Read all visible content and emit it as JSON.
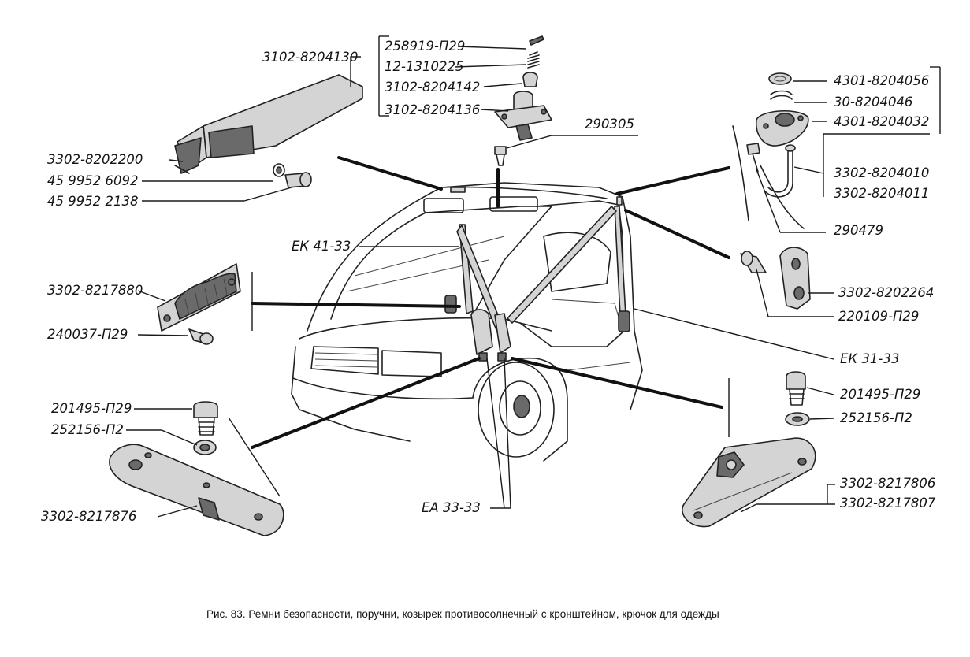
{
  "labels": [
    {
      "id": "l1",
      "text": "3102-8204130"
    },
    {
      "id": "l2",
      "text": "258919-П29"
    },
    {
      "id": "l3",
      "text": "12-1310225"
    },
    {
      "id": "l4",
      "text": "3102-8204142"
    },
    {
      "id": "l5",
      "text": "3102-8204136"
    },
    {
      "id": "l6",
      "text": "290305"
    },
    {
      "id": "l7",
      "text": "3302-8202200"
    },
    {
      "id": "l8",
      "text": "45 9952 6092"
    },
    {
      "id": "l9",
      "text": "45 9952 2138"
    },
    {
      "id": "l10",
      "text": "4301-8204056"
    },
    {
      "id": "l11",
      "text": "30-8204046"
    },
    {
      "id": "l12",
      "text": "4301-8204032"
    },
    {
      "id": "l13",
      "text": "3302-8204010"
    },
    {
      "id": "l14",
      "text": "3302-8204011"
    },
    {
      "id": "l15",
      "text": "290479"
    },
    {
      "id": "l16",
      "text": "ЕК 41-33"
    },
    {
      "id": "l17",
      "text": "3302-8217880"
    },
    {
      "id": "l18",
      "text": "240037-П29"
    },
    {
      "id": "l19",
      "text": "3302-8202264"
    },
    {
      "id": "l20",
      "text": "220109-П29"
    },
    {
      "id": "l21",
      "text": "ЕК 31-33"
    },
    {
      "id": "l22",
      "text": "201495-П29"
    },
    {
      "id": "l23",
      "text": "252156-П2"
    },
    {
      "id": "l24",
      "text": "3302-8217876"
    },
    {
      "id": "l25",
      "text": "ЕА 33-33"
    },
    {
      "id": "l26",
      "text": "201495-П29"
    },
    {
      "id": "l27",
      "text": "252156-П2"
    },
    {
      "id": "l28",
      "text": "3302-8217806"
    },
    {
      "id": "l29",
      "text": "3302-8217807"
    }
  ],
  "caption": "Рис. 83. Ремни безопасности, поручни, козырек противосолнечный с кронштейном, крючок для одежды"
}
